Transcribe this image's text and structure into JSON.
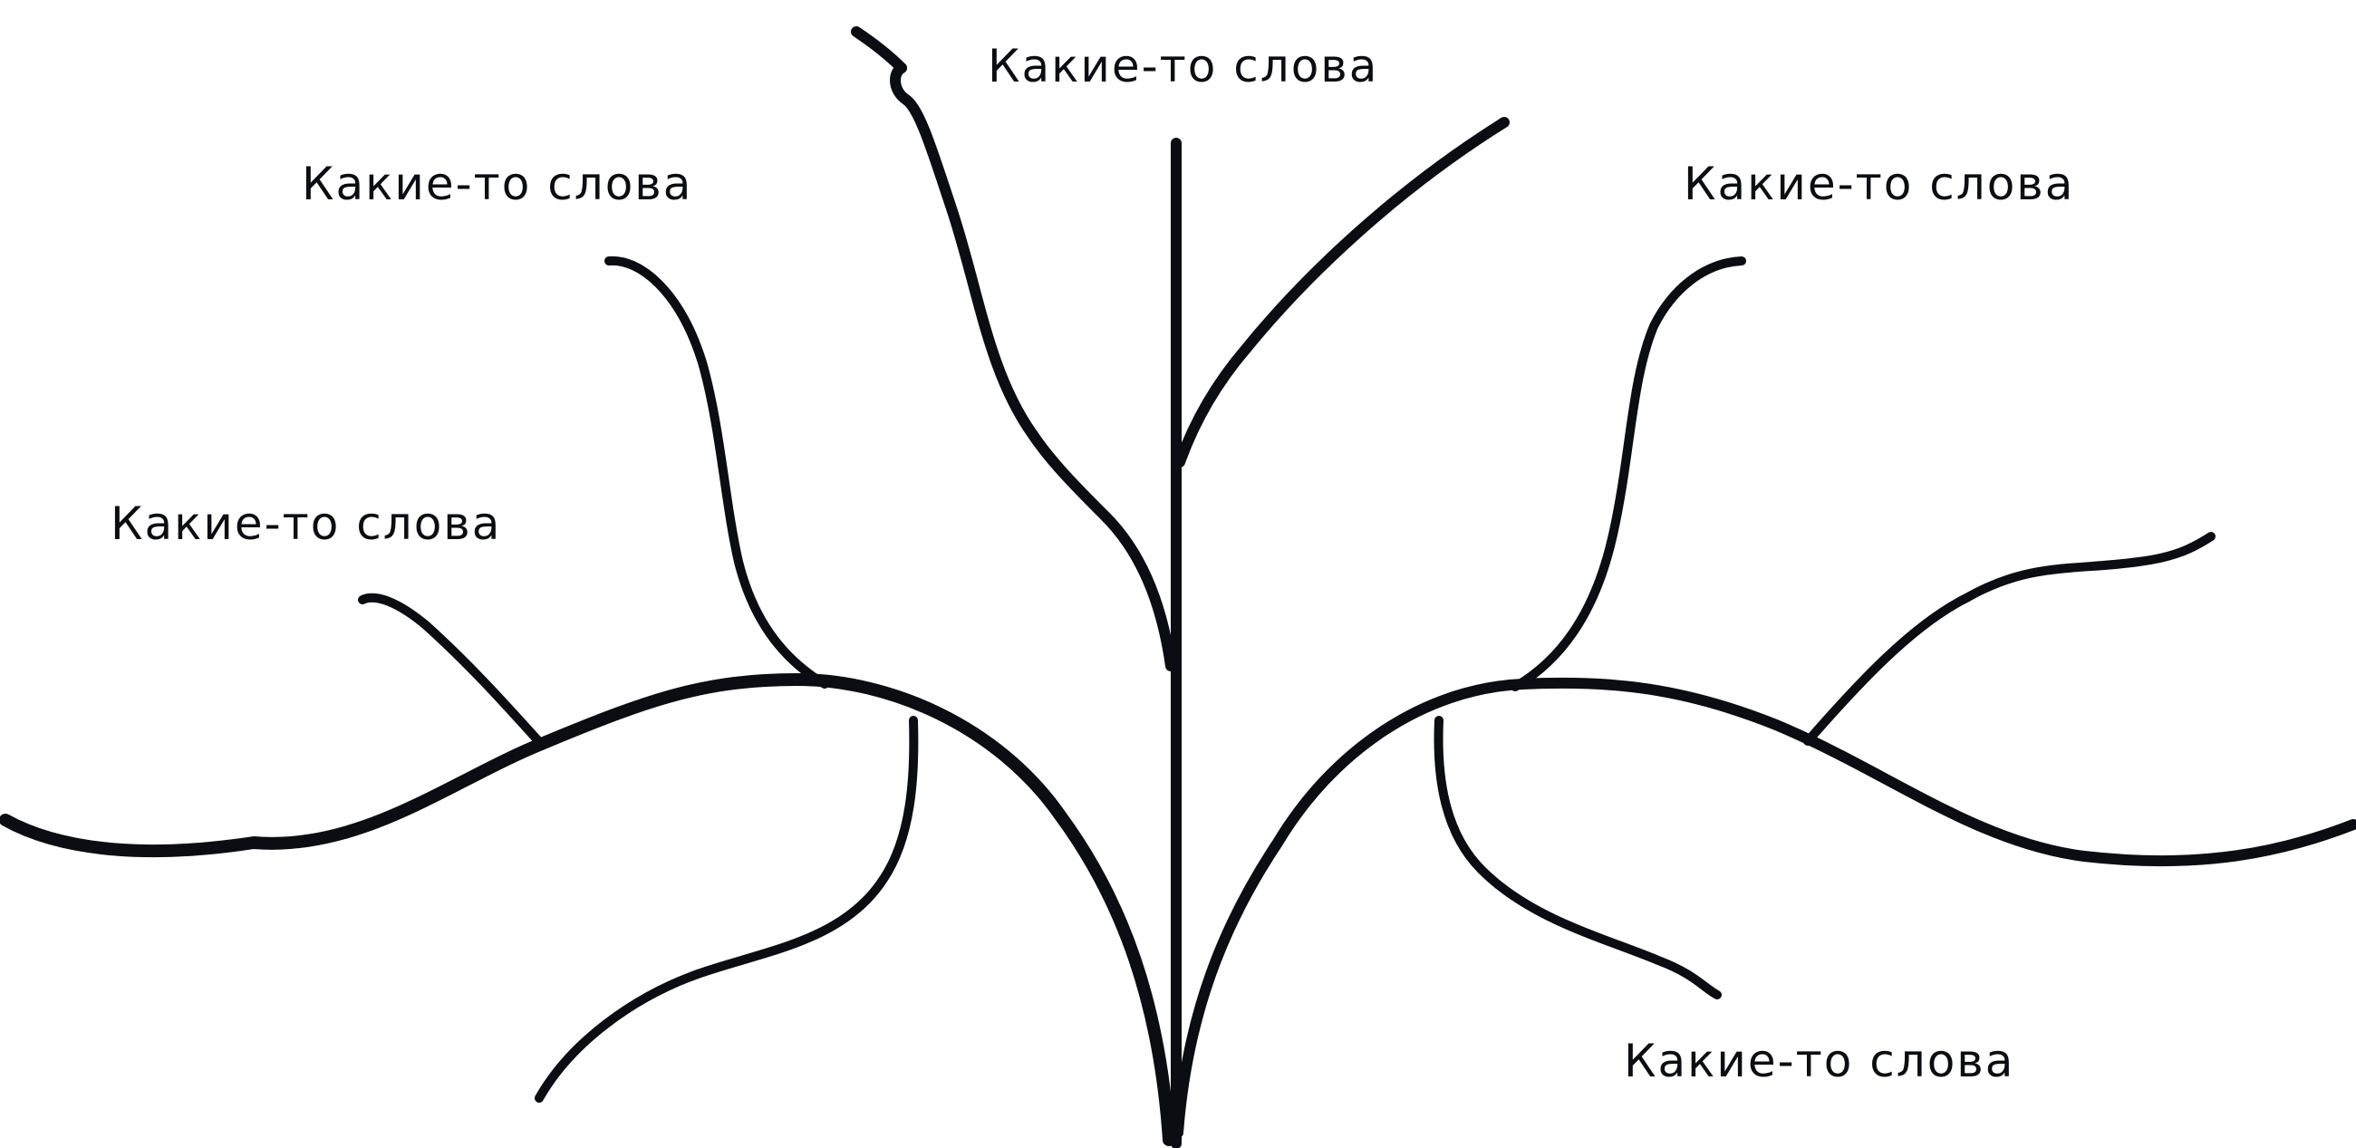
{
  "diagram": {
    "labels": [
      "Какие-то слова",
      "Какие-то слова",
      "Какие-то слова",
      "Какие-то слова",
      "Какие-то слова"
    ],
    "colors": {
      "background": "#ffffff",
      "ink": "#0b0d12"
    }
  }
}
